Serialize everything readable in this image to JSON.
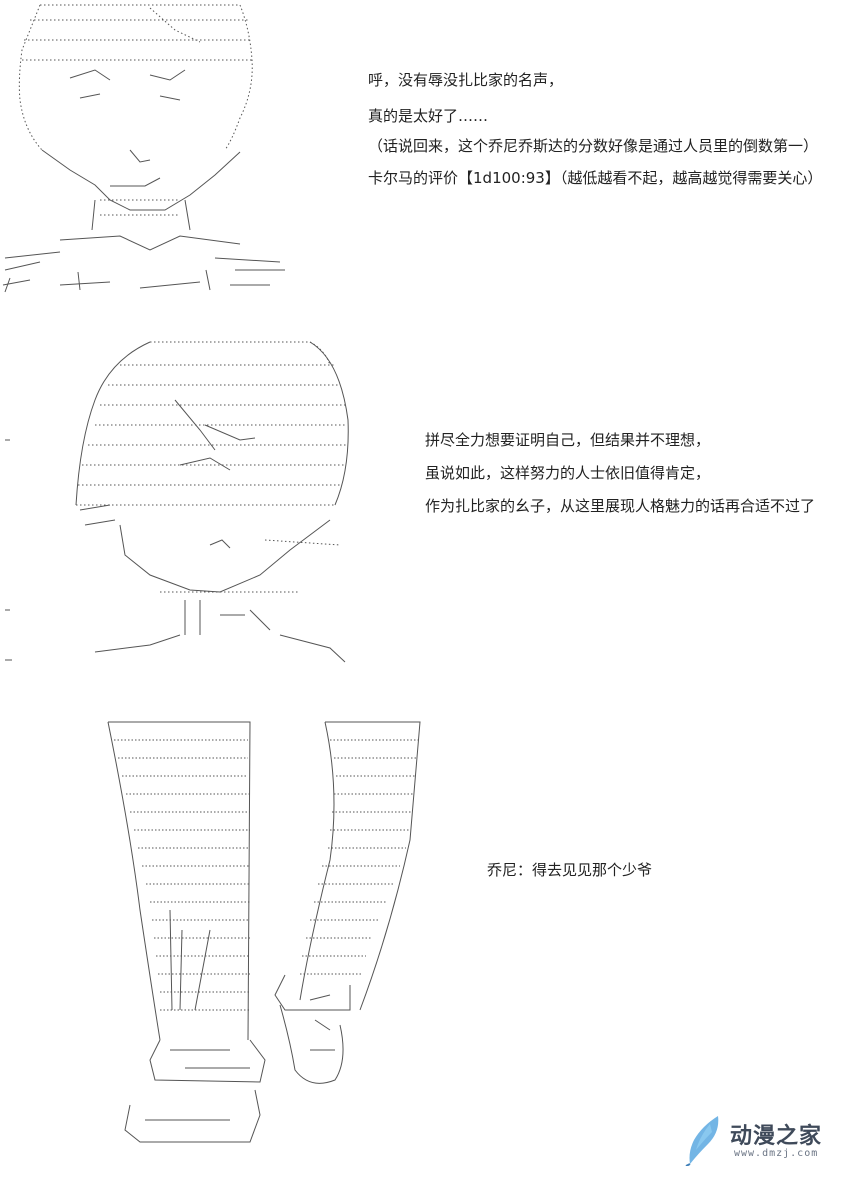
{
  "panel_1": {
    "lines": [
      "呼，没有辱没扎比家的名声，",
      "真的是太好了……",
      "（话说回来，这个乔尼乔斯达的分数好像是通过人员里的倒数第一）",
      "卡尔马的评价【1d100:93】（越低越看不起，越高越觉得需要关心）"
    ]
  },
  "panel_2": {
    "lines": [
      "拼尽全力想要证明自己，但结果并不理想，",
      "虽说如此，这样努力的人士依旧值得肯定，",
      "作为扎比家的幺子，从这里展现人格魅力的话再合适不过了"
    ]
  },
  "panel_3": {
    "lines": [
      "乔尼：得去见见那个少爷"
    ]
  },
  "watermark": {
    "title": "动漫之家",
    "url": "www.dmzj.com"
  },
  "colors": {
    "text": "#222222",
    "ascii_art": "#555555",
    "watermark_blue": "#5aa8e0",
    "watermark_text": "#3f4a5a"
  }
}
